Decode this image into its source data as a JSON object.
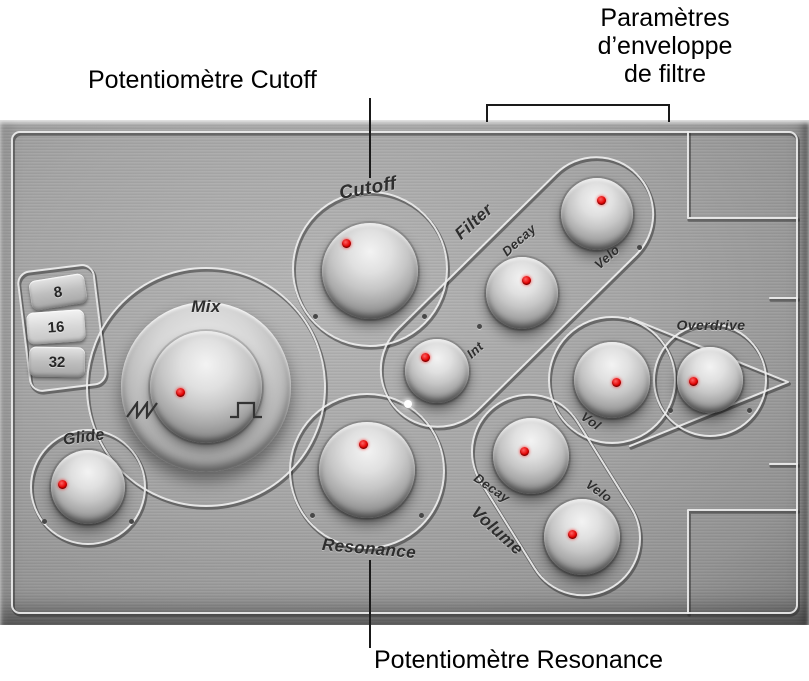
{
  "annotations": {
    "cutoff_callout": "Potentiomètre Cutoff",
    "resonance_callout": "Potentiomètre Resonance",
    "filter_env_callout": {
      "line1": "Paramètres",
      "line2": "d’enveloppe",
      "line3": "de filtre"
    }
  },
  "panel": {
    "octave": {
      "options": [
        "8",
        "16",
        "32"
      ]
    },
    "section_labels": {
      "filter": "Filter",
      "volume": "Volume"
    },
    "knob_labels": {
      "mix": "Mix",
      "glide": "Glide",
      "cutoff": "Cutoff",
      "resonance": "Resonance",
      "filter_decay": "Decay",
      "filter_velo": "Velo",
      "filter_int": "Int",
      "vol": "Vol",
      "volume_decay": "Decay",
      "volume_velo": "Velo",
      "overdrive": "Overdrive"
    },
    "icons": {
      "left": "sawtooth-wave-icon",
      "right": "square-wave-icon"
    },
    "colors": {
      "indicator_dot": "#d40000",
      "panel_text": "#2e2e2e"
    }
  }
}
